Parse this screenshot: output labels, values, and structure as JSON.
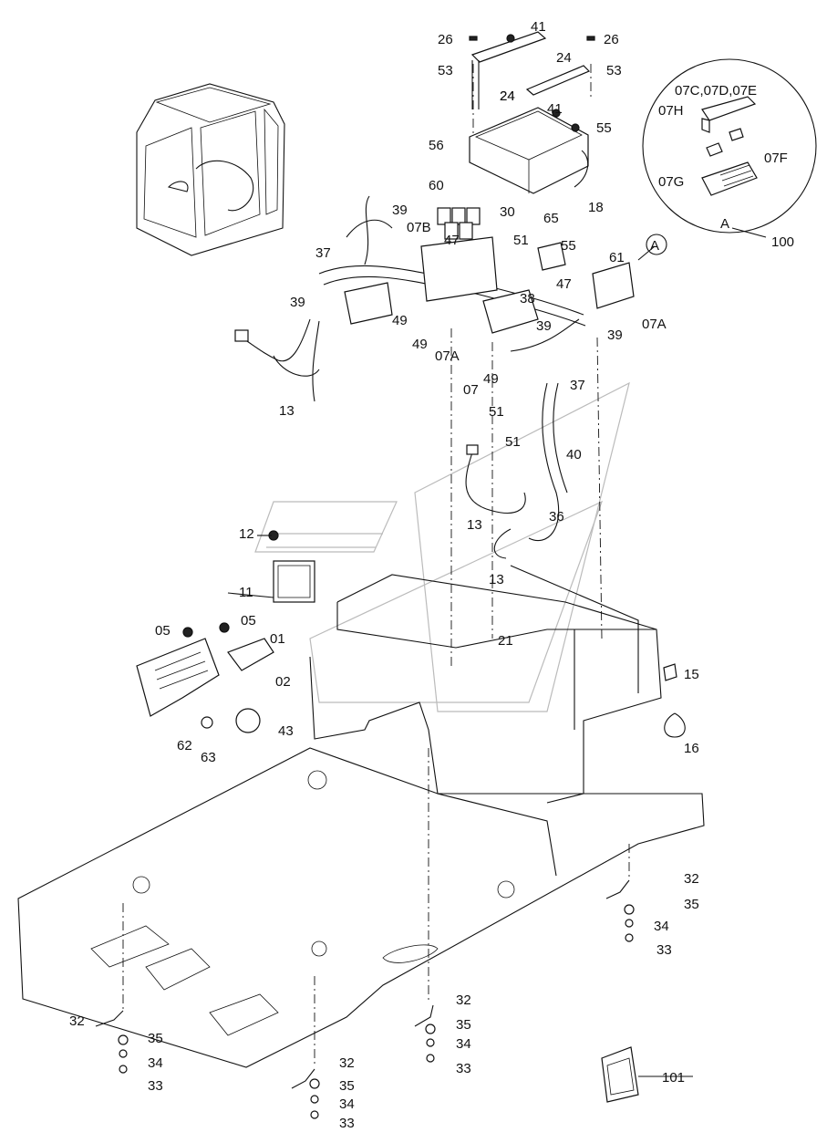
{
  "diagram": {
    "detail_label": "A",
    "detail_callout": "A",
    "callouts": [
      {
        "text": "26"
      },
      {
        "text": "41"
      },
      {
        "text": "26"
      },
      {
        "text": "53"
      },
      {
        "text": "24"
      },
      {
        "text": "24"
      },
      {
        "text": "53"
      },
      {
        "text": "24"
      },
      {
        "text": "41"
      },
      {
        "text": "55"
      },
      {
        "text": "56"
      },
      {
        "text": "18"
      },
      {
        "text": "60"
      },
      {
        "text": "39"
      },
      {
        "text": "07B"
      },
      {
        "text": "30"
      },
      {
        "text": "65"
      },
      {
        "text": "47"
      },
      {
        "text": "51"
      },
      {
        "text": "55"
      },
      {
        "text": "61"
      },
      {
        "text": "37"
      },
      {
        "text": "38"
      },
      {
        "text": "47"
      },
      {
        "text": "39"
      },
      {
        "text": "49"
      },
      {
        "text": "07A"
      },
      {
        "text": "49"
      },
      {
        "text": "07A"
      },
      {
        "text": "39"
      },
      {
        "text": "39"
      },
      {
        "text": "49"
      },
      {
        "text": "37"
      },
      {
        "text": "07"
      },
      {
        "text": "51"
      },
      {
        "text": "13"
      },
      {
        "text": "51"
      },
      {
        "text": "40"
      },
      {
        "text": "36"
      },
      {
        "text": "13"
      },
      {
        "text": "13"
      },
      {
        "text": "12"
      },
      {
        "text": "11"
      },
      {
        "text": "21"
      },
      {
        "text": "05"
      },
      {
        "text": "05"
      },
      {
        "text": "01"
      },
      {
        "text": "02"
      },
      {
        "text": "15"
      },
      {
        "text": "43"
      },
      {
        "text": "16"
      },
      {
        "text": "62"
      },
      {
        "text": "63"
      },
      {
        "text": "32"
      },
      {
        "text": "35"
      },
      {
        "text": "34"
      },
      {
        "text": "33"
      },
      {
        "text": "32"
      },
      {
        "text": "35"
      },
      {
        "text": "34"
      },
      {
        "text": "33"
      },
      {
        "text": "32"
      },
      {
        "text": "35"
      },
      {
        "text": "34"
      },
      {
        "text": "33"
      },
      {
        "text": "32"
      },
      {
        "text": "35"
      },
      {
        "text": "34"
      },
      {
        "text": "33"
      },
      {
        "text": "101"
      },
      {
        "text": "07C,07D,07E"
      },
      {
        "text": "07H"
      },
      {
        "text": "07F"
      },
      {
        "text": "07G"
      },
      {
        "text": "100"
      }
    ]
  }
}
